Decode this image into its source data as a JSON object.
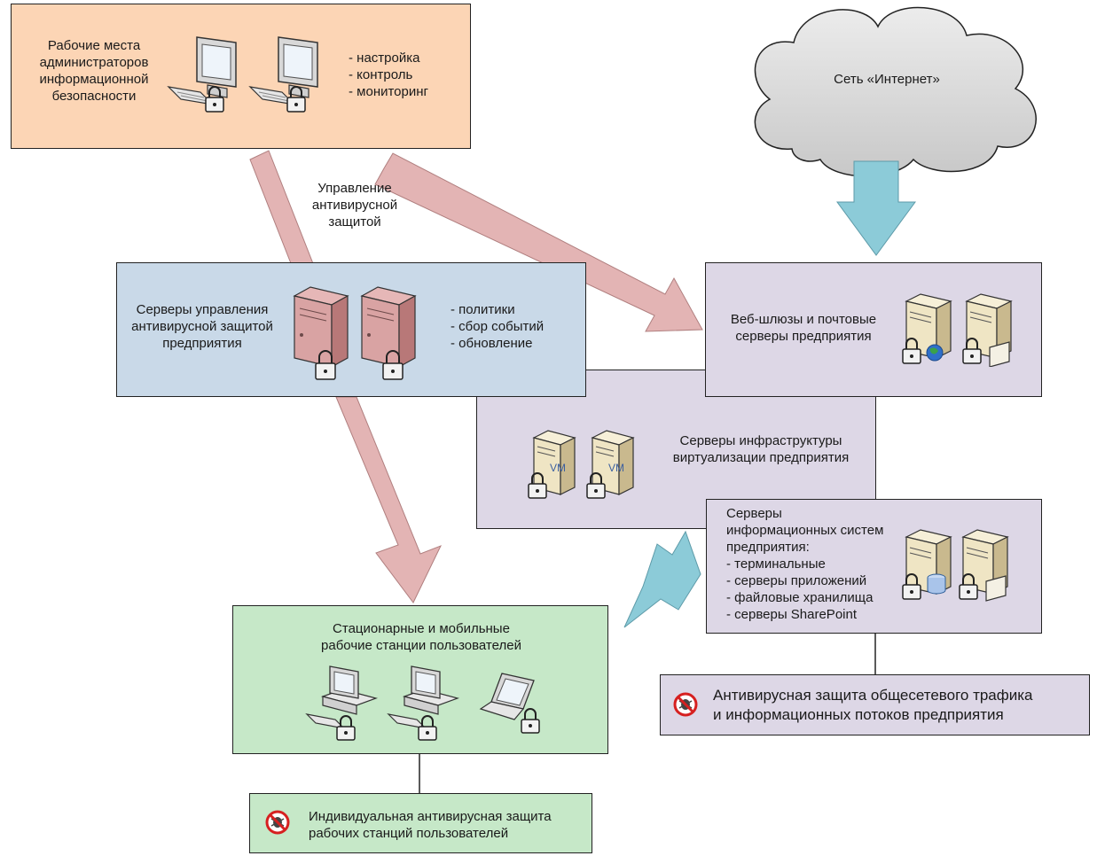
{
  "admin": {
    "title_lines": [
      "Рабочие места",
      "администраторов",
      "информационной",
      "безопасности"
    ],
    "tasks": [
      "- настройка",
      "- контроль",
      "- мониторинг"
    ]
  },
  "internet": {
    "label": "Сеть «Интернет»"
  },
  "arrow_label": {
    "lines": [
      "Управление",
      "антивирусной",
      "защитой"
    ]
  },
  "mgmt": {
    "title_lines": [
      "Серверы управления",
      "антивирусной защитой",
      "предприятия"
    ],
    "tasks": [
      "- политики",
      "- сбор событий",
      "- обновление"
    ]
  },
  "web": {
    "title_lines": [
      "Веб-шлюзы и почтовые",
      "серверы предприятия"
    ]
  },
  "virt": {
    "title_lines": [
      "Серверы инфраструктуры",
      "виртуализации предприятия"
    ],
    "vm_label": "VM"
  },
  "is": {
    "title_lines": [
      "Серверы",
      "информационных систем",
      "предприятия:"
    ],
    "items": [
      "- терминальные",
      "- серверы приложений",
      "- файловые хранилища",
      "- серверы SharePoint"
    ]
  },
  "network_av": {
    "lines": [
      "Антивирусная защита общесетевого трафика",
      "и информационных потоков предприятия"
    ]
  },
  "workstations": {
    "title_lines": [
      "Стационарные и мобильные",
      "рабочие станции пользователей"
    ]
  },
  "individual_av": {
    "lines": [
      "Индивидуальная антивирусная защита",
      "рабочих станций пользователей"
    ]
  },
  "colors": {
    "admin_fill": "#fcd5b5",
    "mgmt_fill": "#c9d9e8",
    "lilac_fill": "#ddd7e6",
    "green_fill": "#c6e8c8",
    "pink_arrow": "#e3b4b4",
    "blue_arrow": "#8ccbd8",
    "cloud_fill": "#d9d9d9"
  }
}
